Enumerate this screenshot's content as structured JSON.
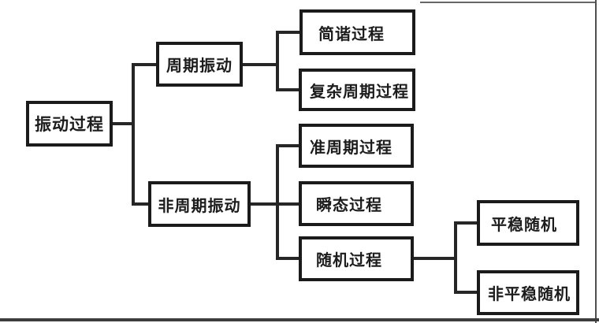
{
  "diagram": {
    "root": {
      "label": "振动过程"
    },
    "branches": [
      {
        "label": "周期振动",
        "children": [
          {
            "label": "简谐过程"
          },
          {
            "label": "复杂周期过程"
          }
        ]
      },
      {
        "label": "非周期振动",
        "children": [
          {
            "label": "准周期过程"
          },
          {
            "label": "瞬态过程"
          },
          {
            "label": "随机过程",
            "children": [
              {
                "label": "平稳随机"
              },
              {
                "label": "非平稳随机"
              }
            ]
          }
        ]
      }
    ],
    "colors": {
      "box_border": "#1b1b1b",
      "box_fill": "#ffffff",
      "connector": "#262626",
      "text": "#1c1c1c",
      "frame_border": "#555555"
    }
  }
}
